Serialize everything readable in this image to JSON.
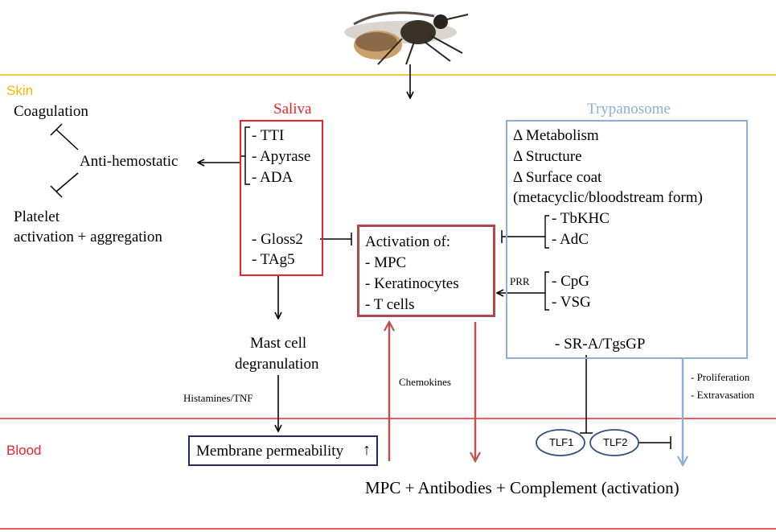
{
  "colors": {
    "skin_line": "#f5b800",
    "blood_line": "#e8242c",
    "saliva": "#e8242c",
    "trypanosome": "#8eaed6",
    "activation_box": "#b5484a",
    "chemokine_arrow": "#c0504d",
    "membrane_box": "#1f2a5e",
    "tlf_ellipse": "#2f4f80",
    "proliferation_arrow": "#8eaed6"
  },
  "illustration": {
    "icon": "tsetse-fly-illustration"
  },
  "zones": {
    "skin": "Skin",
    "blood": "Blood"
  },
  "left": {
    "coagulation": "Coagulation",
    "anti_hemostatic": "Anti-hemostatic",
    "platelet_line1": "Platelet",
    "platelet_line2": "activation + aggregation"
  },
  "saliva": {
    "title": "Saliva",
    "group1": [
      "- TTI",
      "- Apyrase",
      "- ADA"
    ],
    "gloss2": "- Gloss2",
    "tag5": "- TAg5"
  },
  "mast": {
    "line1": "Mast cell",
    "line2": "degranulation",
    "histamines": "Histamines/TNF",
    "membrane": "Membrane permeability",
    "up_arrow": "↑"
  },
  "activation": {
    "title": "Activation of:",
    "items": [
      "- MPC",
      "- Keratinocytes",
      "- T cells"
    ]
  },
  "chemokines": "Chemokines",
  "prr": "PRR",
  "trypanosome": {
    "title": "Trypanosome",
    "lines": [
      "Δ Metabolism",
      "Δ Structure",
      "Δ Surface coat",
      "(metacyclic/bloodstream form)"
    ],
    "group_inhibit": [
      "- TbKHC",
      "- AdC"
    ],
    "group_prr": [
      "- CpG",
      "- VSG"
    ],
    "receptor": "- SR-A/TgsGP"
  },
  "proliferation": [
    "- Proliferation",
    "- Extravasation"
  ],
  "tlf": {
    "tlf1": "TLF1",
    "tlf2": "TLF2"
  },
  "bottom": "MPC + Antibodies + Complement (activation)"
}
